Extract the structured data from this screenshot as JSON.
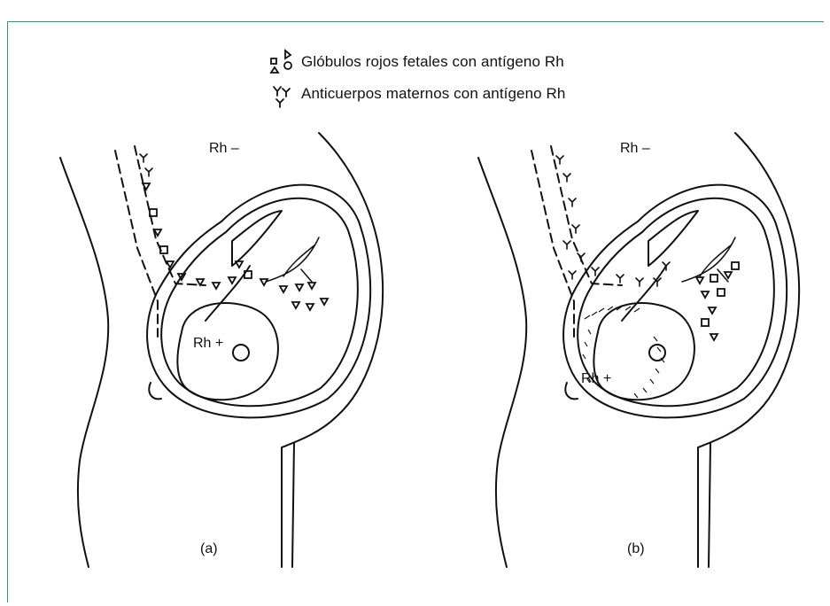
{
  "legend": {
    "items": [
      {
        "icon": "red-blood-cell-icon",
        "text": "Glóbulos rojos fetales con antígeno Rh"
      },
      {
        "icon": "antibody-icon",
        "text": "Anticuerpos maternos con antígeno Rh"
      }
    ]
  },
  "panels": [
    {
      "id": "a",
      "mother_label": "Rh –",
      "fetus_label": "Rh +",
      "caption": "(a)"
    },
    {
      "id": "b",
      "mother_label": "Rh –",
      "fetus_label": "Rh +",
      "caption": "(b)"
    }
  ],
  "colors": {
    "frame": "#2e9a6a",
    "ink": "#111111"
  }
}
